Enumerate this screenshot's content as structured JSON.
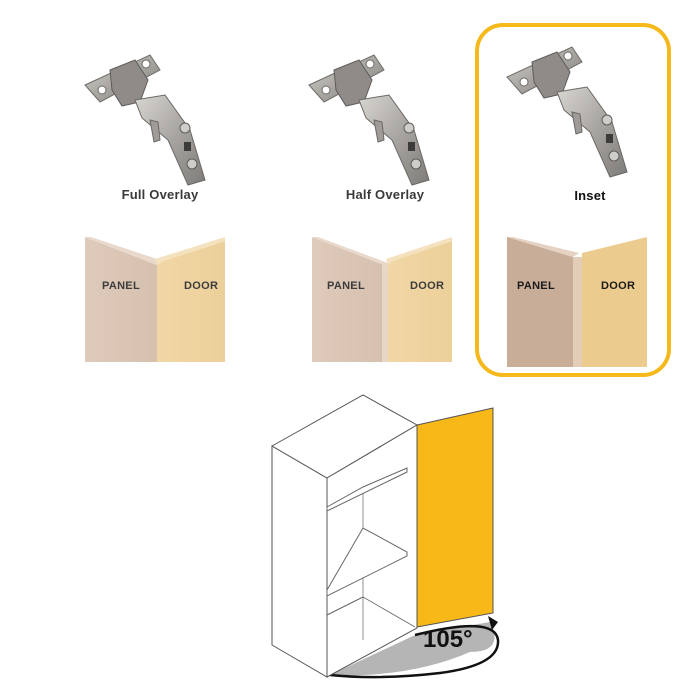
{
  "options": [
    {
      "label": "Full Overlay",
      "selected": false,
      "panel_label": "PANEL",
      "door_label": "DOOR"
    },
    {
      "label": "Half Overlay",
      "selected": false,
      "panel_label": "PANEL",
      "door_label": "DOOR"
    },
    {
      "label": "Inset",
      "selected": true,
      "panel_label": "PANEL",
      "door_label": "DOOR"
    }
  ],
  "diagram": {
    "opening_angle": "105°"
  },
  "colors": {
    "highlight": "#f5b91c",
    "door": "#f8b817",
    "panel_wood": "#dcc7b8",
    "door_wood": "#efd5a3",
    "arc": "#b5b5b5"
  }
}
